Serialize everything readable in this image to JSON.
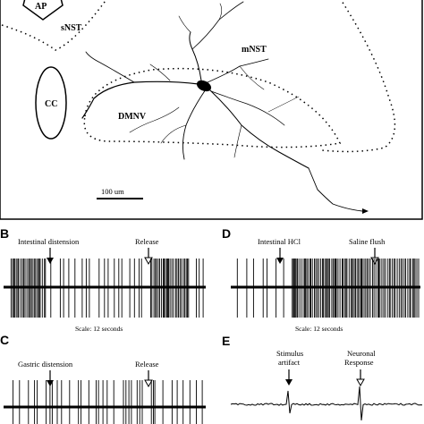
{
  "panel_a": {
    "regions": {
      "ap": "AP",
      "snst": "sNST",
      "mnst": "mNST",
      "cc": "CC",
      "dmnv": "DMNV"
    },
    "scale_bar": "100 um"
  },
  "panel_b": {
    "letter": "B",
    "stimulus": "Intestinal distension",
    "release": "Release",
    "scale": "Scale: 12 seconds"
  },
  "panel_c": {
    "letter": "C",
    "stimulus": "Gastric distension",
    "release": "Release"
  },
  "panel_d": {
    "letter": "D",
    "stimulus": "Intestinal HCl",
    "release": "Saline flush",
    "scale": "Scale: 12 seconds"
  },
  "panel_e": {
    "letter": "E",
    "artifact_line1": "Stimulus",
    "artifact_line2": "artifact",
    "response_line1": "Neuronal",
    "response_line2": "Response"
  },
  "colors": {
    "ink": "#000000",
    "background": "#ffffff"
  }
}
